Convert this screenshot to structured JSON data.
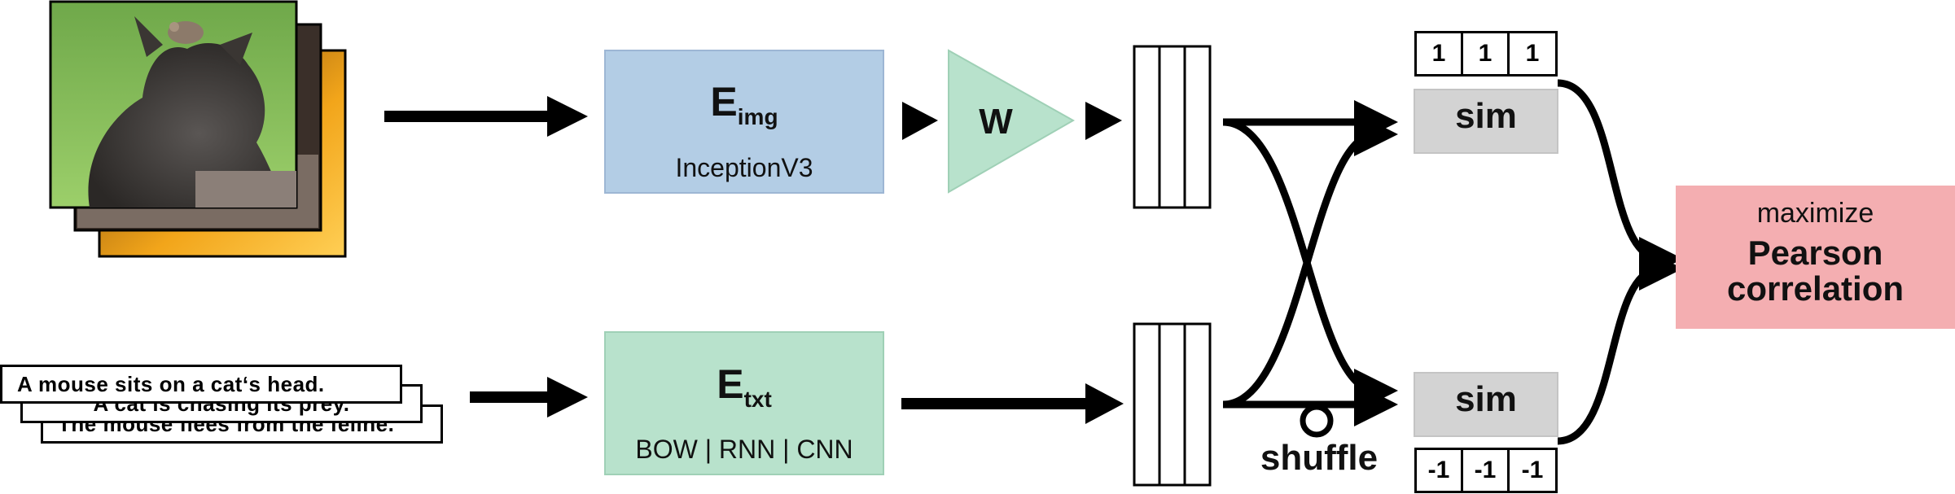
{
  "encoders": {
    "img": {
      "symbol": "E",
      "subscript": "img",
      "name": "InceptionV3",
      "color": "#b3cde5"
    },
    "txt": {
      "symbol": "E",
      "subscript": "txt",
      "name": "BOW | RNN | CNN",
      "color": "#b8e2cc"
    }
  },
  "projection": {
    "label": "W",
    "color": "#b8e2cc"
  },
  "captions": [
    "A mouse sits on a cat‘s head.",
    "A cat is chasing its prey.",
    "The mouse flees from the feline."
  ],
  "similarity": {
    "top": {
      "label": "sim",
      "targets": [
        "1",
        "1",
        "1"
      ]
    },
    "bottom": {
      "label": "sim",
      "targets": [
        "-1",
        "-1",
        "-1"
      ]
    },
    "color": "#d3d3d3"
  },
  "shuffle_label": "shuffle",
  "objective": {
    "line1": "maximize",
    "line2": "Pearson",
    "line3": "correlation",
    "color": "#f4aeb1"
  }
}
